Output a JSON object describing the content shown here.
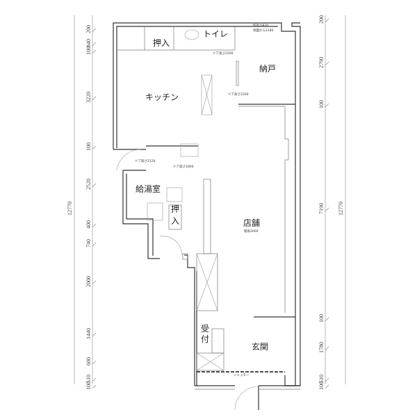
{
  "rooms": {
    "closet_top": "押入",
    "toilet": "トイレ",
    "storage": "納戸",
    "kitchen": "キッチン",
    "kettle_room": "給湯室",
    "closet_lower_1": "押",
    "closet_lower_2": "入",
    "store": "店舗",
    "reception_1": "受",
    "reception_2": "付",
    "entrance": "玄関"
  },
  "notes": {
    "window_height": "窓高さ820",
    "window_from_ground": "地面から2180",
    "door_toilet": "ドア高さ2200",
    "door_storage": "ドア高さ2200",
    "door_kitchen": "ドア高さ2120",
    "door_kettle": "ドア高さ1800",
    "store_ceiling": "階高3000",
    "shutter": "シャッター"
  },
  "dimensions": {
    "left_total": "12770",
    "left": [
      "200",
      "840",
      "100",
      "3220",
      "100",
      "2520",
      "400",
      "740",
      "2000",
      "1440",
      "600",
      "510",
      "100"
    ],
    "right_total": "12770",
    "right": [
      "200",
      "2790",
      "100",
      "7190",
      "100",
      "1780",
      "510",
      "100"
    ]
  }
}
